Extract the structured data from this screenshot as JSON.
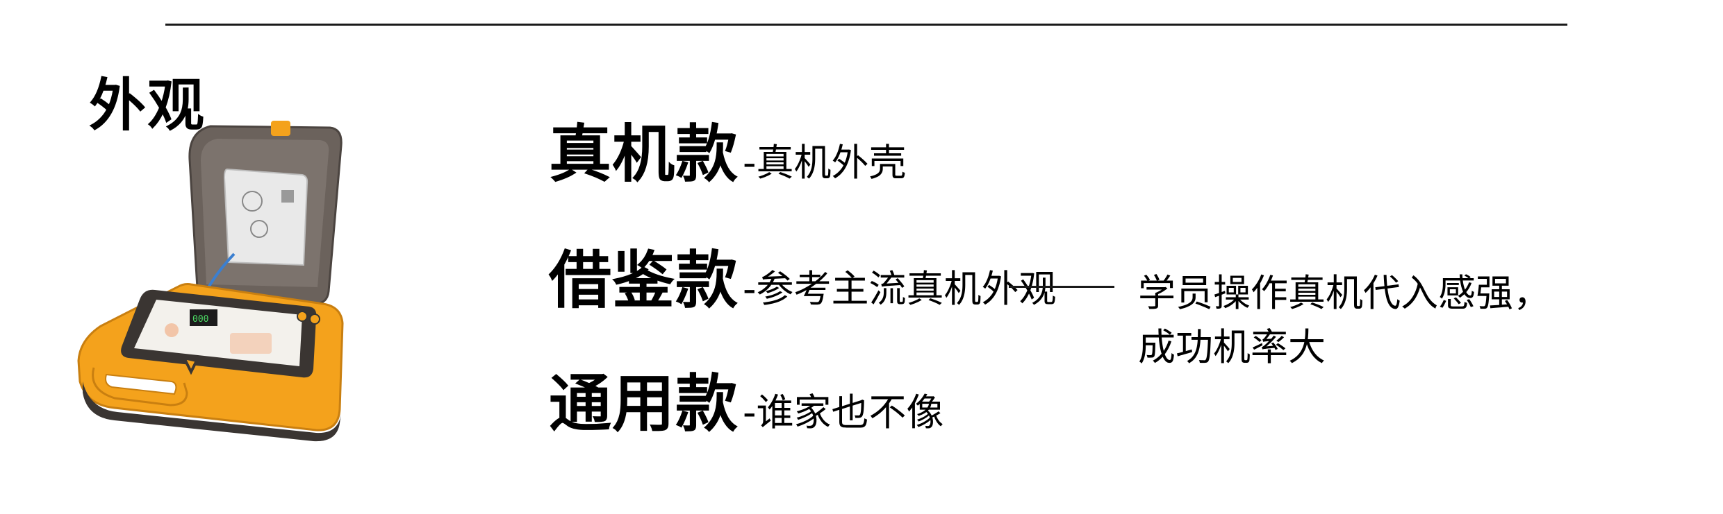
{
  "section_title": "外观",
  "models": [
    {
      "name": "真机款",
      "desc": "-真机外壳"
    },
    {
      "name": "借鉴款",
      "desc": "-参考主流真机外观"
    },
    {
      "name": "通用款",
      "desc": "-谁家也不像"
    }
  ],
  "benefit": {
    "line1": "学员操作真机代入感强，",
    "line2": "成功机率大"
  },
  "colors": {
    "device_body": "#f4a21c",
    "device_dark": "#3a3532",
    "lid": "#6b625c"
  },
  "image": {
    "icon": "aed-trainer-device-icon"
  }
}
